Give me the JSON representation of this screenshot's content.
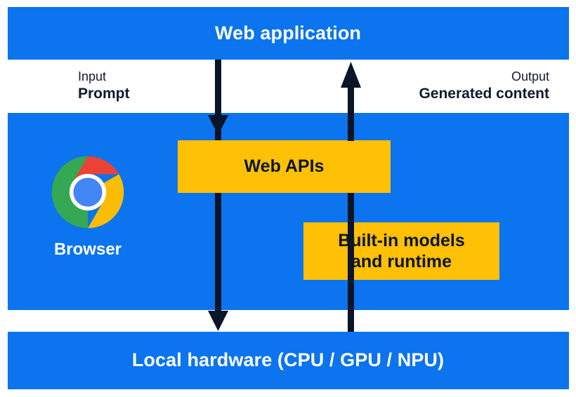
{
  "diagram": {
    "title": "Built-in AI architecture",
    "colors": {
      "blue": "#0B74EE",
      "amber": "#FFC005",
      "arrow_navy": "#0B1528",
      "white": "#FFFFFF",
      "chrome_red": "#EA4335",
      "chrome_yellow": "#FBBC05",
      "chrome_green": "#34A853",
      "chrome_blue": "#4285F4"
    }
  },
  "bands": {
    "top": {
      "label": "Web application"
    },
    "bottom": {
      "label": "Local hardware (CPU / GPU / NPU)"
    }
  },
  "io": {
    "input": {
      "kind": "Input",
      "value": "Prompt"
    },
    "output": {
      "kind": "Output",
      "value": "Generated content"
    }
  },
  "boxes": {
    "web_apis": {
      "label": "Web APIs"
    },
    "builtin_models": {
      "line1": "Built-in models",
      "line2": "and runtime"
    }
  },
  "browser": {
    "label": "Browser",
    "icon": "chrome-logo-icon"
  },
  "arrows": {
    "down": {
      "name": "input-flow-arrow",
      "direction": "down"
    },
    "up": {
      "name": "output-flow-arrow",
      "direction": "up"
    }
  }
}
